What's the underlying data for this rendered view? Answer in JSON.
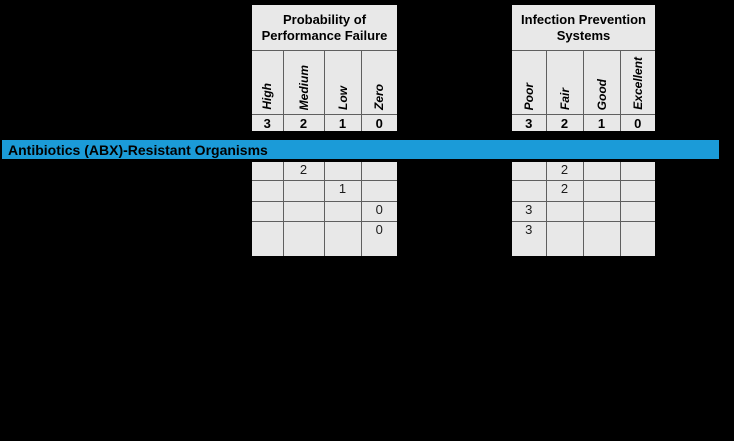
{
  "banner": {
    "label": "Antibiotics (ABX)-Resistant Organisms"
  },
  "tables": {
    "left": {
      "title": "Probability of Performance Failure",
      "columns": [
        {
          "label": "High",
          "score": "3"
        },
        {
          "label": "Medium",
          "score": "2"
        },
        {
          "label": "Low",
          "score": "1"
        },
        {
          "label": "Zero",
          "score": "0"
        }
      ],
      "rows": [
        [
          "",
          "2",
          "",
          ""
        ],
        [
          "",
          "",
          "1",
          ""
        ],
        [
          "",
          "",
          "",
          "0"
        ],
        [
          "",
          "",
          "",
          "0"
        ]
      ]
    },
    "right": {
      "title": "Infection Prevention Systems",
      "columns": [
        {
          "label": "Poor",
          "score": "3"
        },
        {
          "label": "Fair",
          "score": "2"
        },
        {
          "label": "Good",
          "score": "1"
        },
        {
          "label": "Excellent",
          "score": "0"
        }
      ],
      "rows": [
        [
          "",
          "2",
          "",
          ""
        ],
        [
          "",
          "2",
          "",
          ""
        ],
        [
          "3",
          "",
          "",
          ""
        ],
        [
          "3",
          "",
          "",
          ""
        ]
      ]
    }
  },
  "colors": {
    "background": "#000000",
    "cell_fill": "#E8E8E8",
    "banner_blue": "#1B9BD8",
    "grid_line": "#5F5F5F",
    "text": "#000000"
  }
}
